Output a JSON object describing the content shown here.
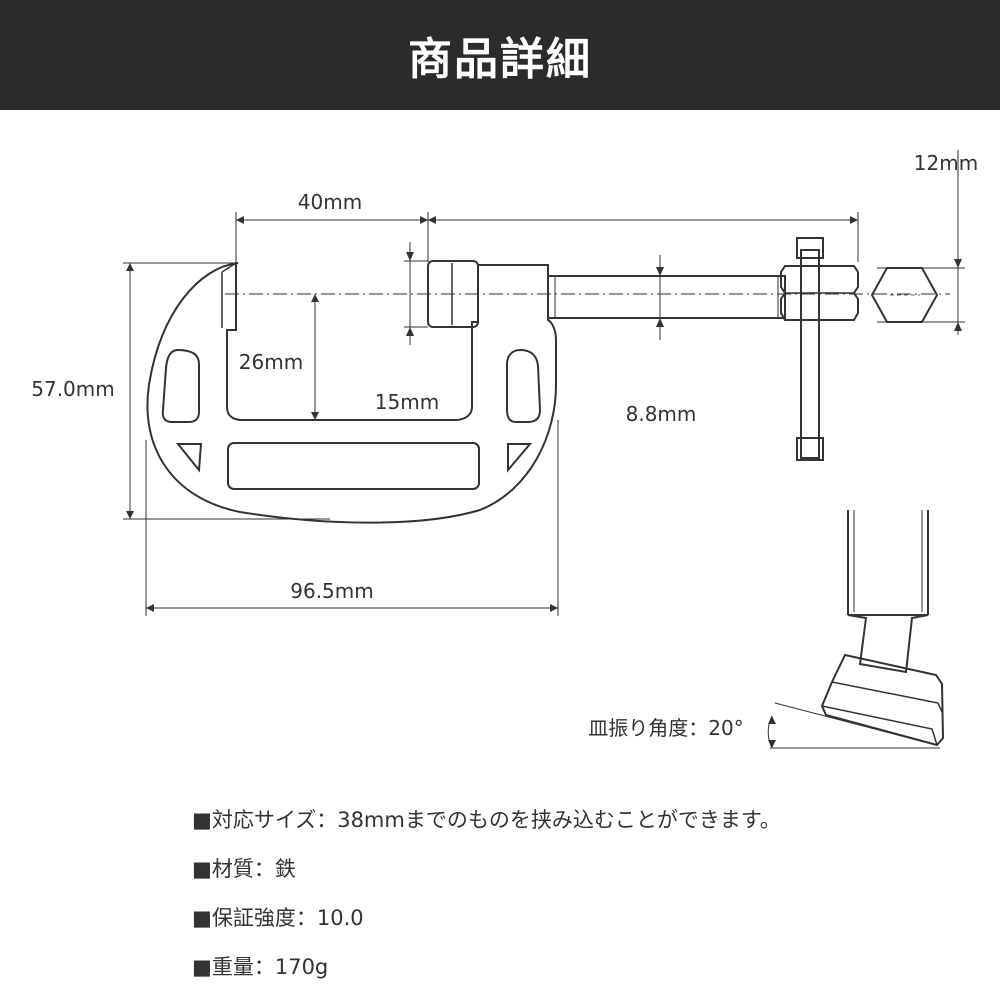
{
  "header": {
    "title": "商品詳細"
  },
  "diagram": {
    "dimensions": {
      "jaw_opening": "40mm",
      "screw_hex": "12mm",
      "throat_depth": "26mm",
      "height": "57.0mm",
      "anvil_height": "15mm",
      "screw_diameter": "8.8mm",
      "width": "96.5mm"
    },
    "swivel_label": "皿振り角度：20°"
  },
  "specs": [
    {
      "text": "■対応サイズ：38mmまでのものを挟み込むことができます。"
    },
    {
      "text": "■材質：鉄"
    },
    {
      "text": "■保証強度：10.0"
    },
    {
      "text": "■重量：170g"
    }
  ]
}
